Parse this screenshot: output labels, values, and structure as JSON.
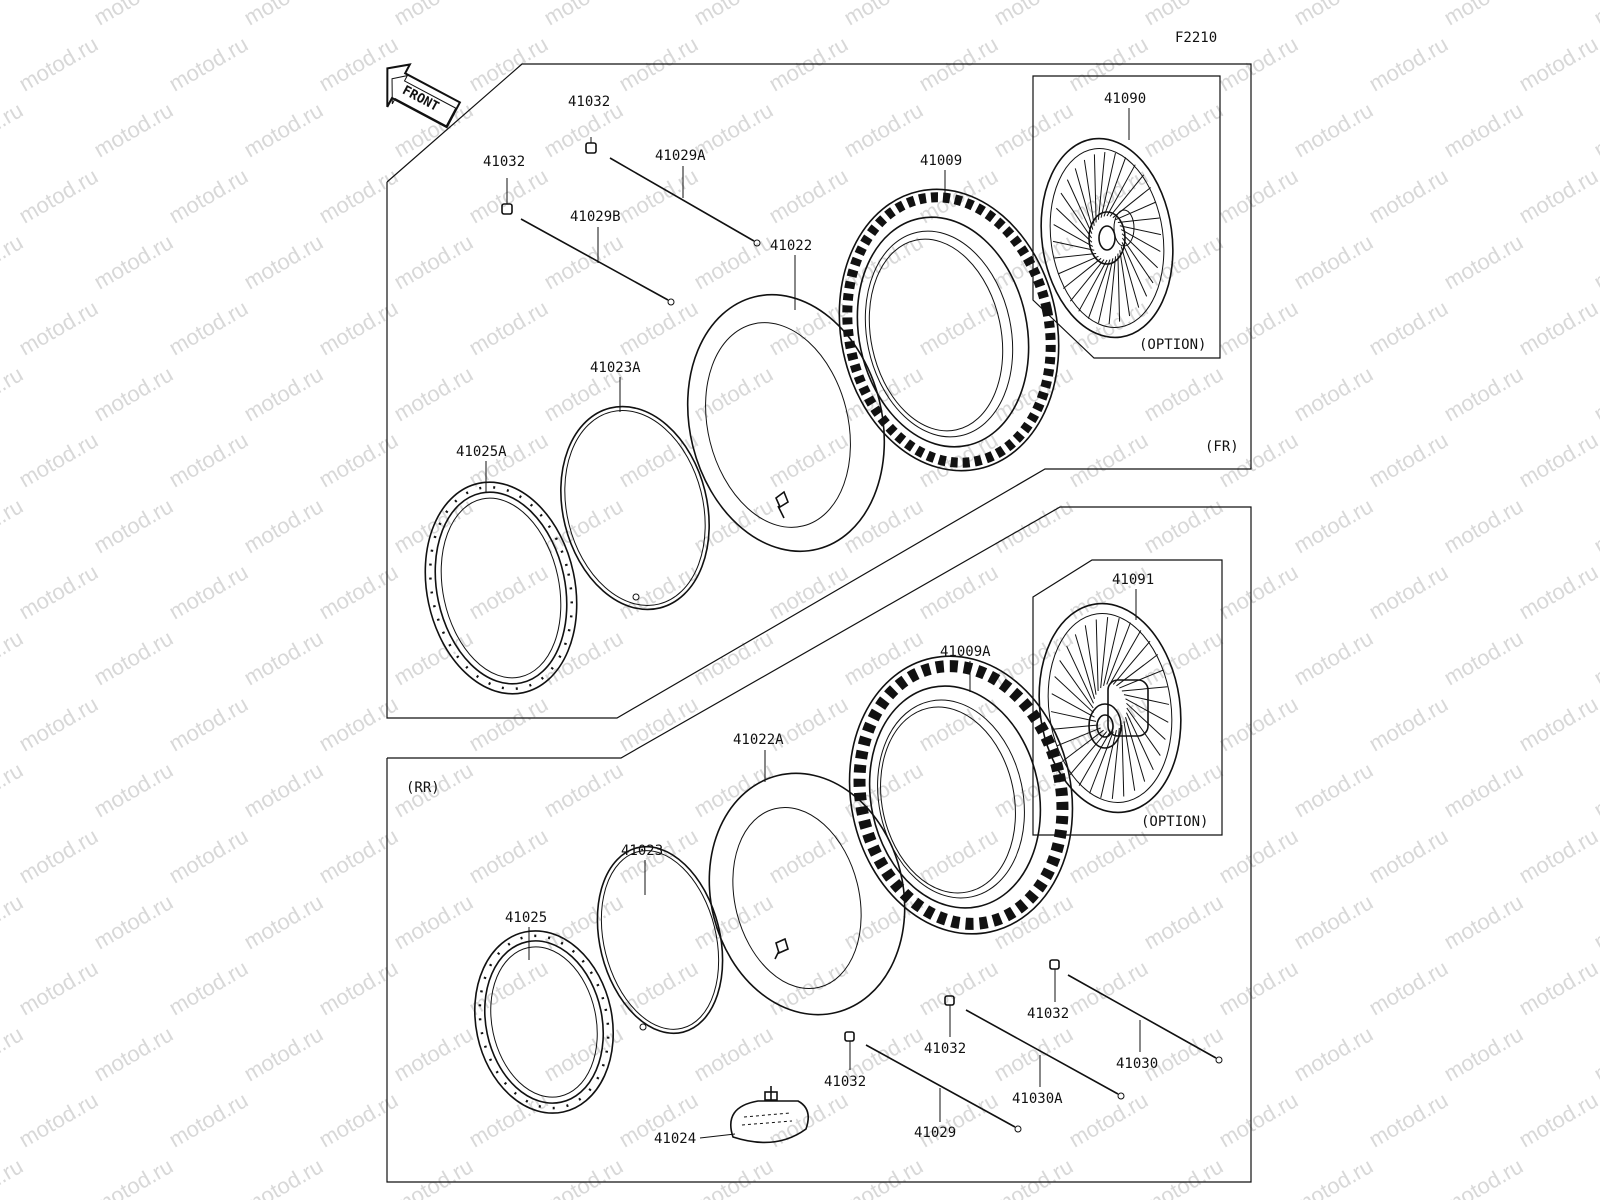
{
  "figure_id": "F2210",
  "front_arrow_text": "FRONT",
  "watermark": "motod.ru",
  "sections": {
    "front": "(FR)",
    "rear": "(RR)"
  },
  "option_labels": {
    "front": "(OPTION)",
    "rear": "(OPTION)"
  },
  "front_parts": {
    "wheel_assembly": "41090",
    "tire": "41009",
    "tube": "41022",
    "rim_band": "41023A",
    "rim": "41025A",
    "nipple_top": "41032",
    "nipple_left": "41032",
    "spoke_a": "41029A",
    "spoke_b": "41029B"
  },
  "rear_parts": {
    "wheel_assembly": "41091",
    "tire": "41009A",
    "tube": "41022A",
    "rim_band": "41023",
    "rim": "41025",
    "rim_lock": "41024",
    "nipple_1": "41032",
    "nipple_2": "41032",
    "nipple_3": "41032",
    "spoke_29": "41029",
    "spoke_30": "41030",
    "spoke_30a": "41030A"
  },
  "colors": {
    "line": "#111111",
    "watermark": "#d8d8d8",
    "background": "#ffffff"
  }
}
